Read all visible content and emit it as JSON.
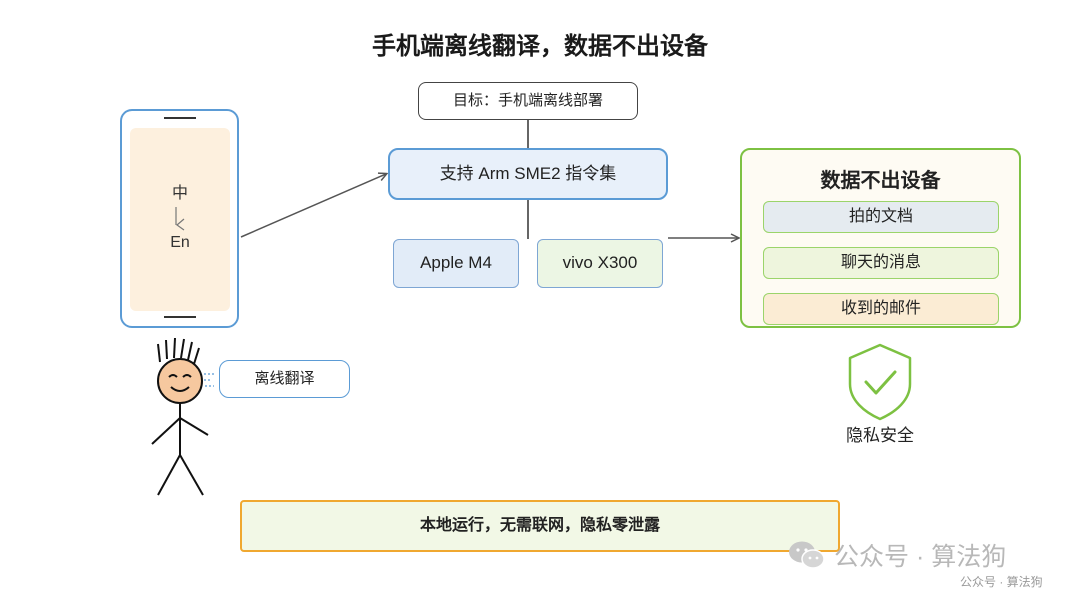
{
  "title": "手机端离线翻译，数据不出设备",
  "phone": {
    "lang_top": "中",
    "lang_bottom": "En"
  },
  "person": {
    "bubble_text": "离线翻译"
  },
  "goal_box": "目标：手机端离线部署",
  "arm_box": "支持 Arm SME2 指令集",
  "devices": [
    "Apple M4",
    "vivo X300"
  ],
  "data_panel": {
    "title": "数据不出设备",
    "items": [
      "拍的文档",
      "聊天的消息",
      "收到的邮件"
    ]
  },
  "shield": {
    "icon": "shield-check-icon",
    "label": "隐私安全",
    "color": "#7dc142"
  },
  "banner": "本地运行，无需联网，隐私零泄露",
  "watermark": {
    "main": "公众号 · 算法狗",
    "small": "公众号 · 算法狗"
  },
  "colors": {
    "blue_border": "#5b9bd5",
    "green_border": "#7dc142",
    "orange_border": "#f0a830"
  }
}
